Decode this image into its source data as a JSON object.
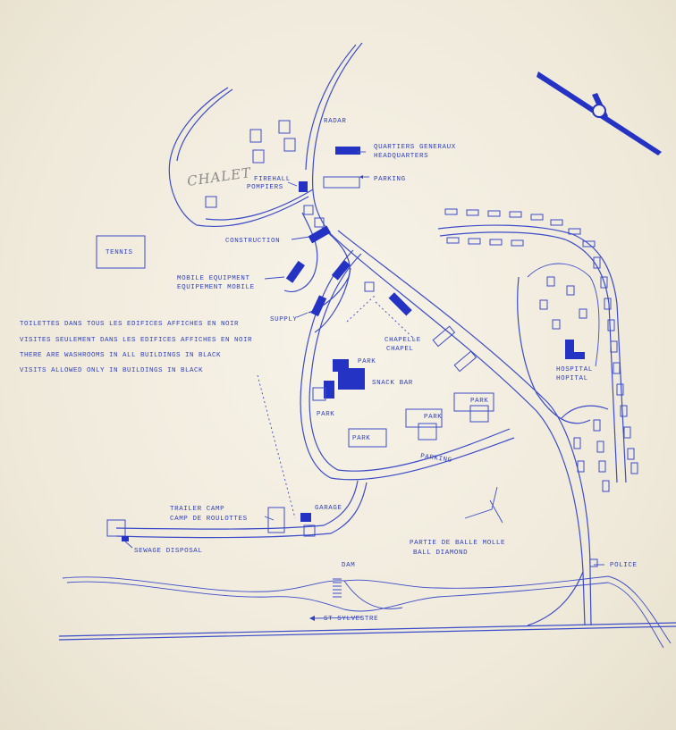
{
  "colors": {
    "ink": "#2e3fbf",
    "paper": "#f3eee2",
    "pencil": "#8a8a8a"
  },
  "labels": {
    "radar": "RADAR",
    "headquarters_fr": "QUARTIERS GENERAUX",
    "headquarters_en": "HEADQUARTERS",
    "parking_top": "PARKING",
    "chalet": "CHALET",
    "firehall_en": "FIREHALL",
    "firehall_fr": "POMPIERS",
    "tennis": "TENNIS",
    "construction": "CONSTRUCTION",
    "mobile_en": "MOBILE EQUIPMENT",
    "mobile_fr": "EQUIPEMENT MOBILE",
    "supply": "SUPPLY",
    "chapel_fr": "CHAPELLE",
    "chapel_en": "CHAPEL",
    "park_1": "PARK",
    "snack_bar": "SNACK BAR",
    "park_2": "PARK",
    "hospital_fr": "HOSPITAL",
    "hospital_en": "HOPITAL",
    "park_3": "PARK",
    "park_4": "PARK",
    "park_5": "PARK",
    "parking_bottom": "PARKING",
    "trailer_en": "TRAILER CAMP",
    "trailer_fr": "CAMP DE ROULOTTES",
    "garage": "GARAGE",
    "sewage": "SEWAGE DISPOSAL",
    "ball_fr": "PARTIE DE BALLE MOLLE",
    "ball_en": "BALL DIAMOND",
    "dam": "DAM",
    "police": "POLICE",
    "st_sylvestre": "ST SYLVESTRE"
  },
  "notes": [
    "TOILETTES DANS TOUS LES EDIFICES AFFICHES EN NOIR",
    "VISITES SEULEMENT DANS LES EDIFICES AFFICHES EN NOIR",
    "THERE ARE WASHROOMS IN ALL BUILDINGS IN BLACK",
    "VISITS ALLOWED ONLY IN BUILDINGS IN BLACK"
  ],
  "icons": {
    "compass": "compass-rose-icon",
    "arrow": "left-arrow-icon"
  }
}
